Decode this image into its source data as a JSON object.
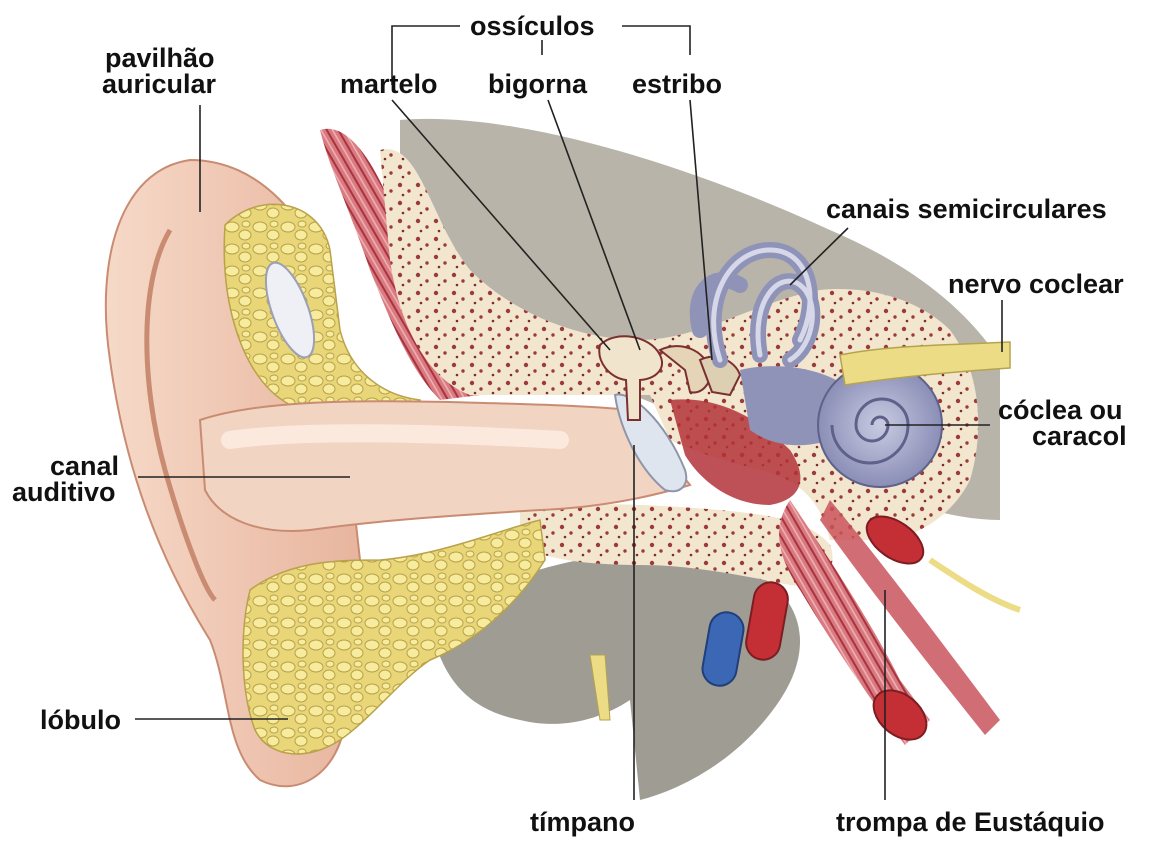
{
  "labels": {
    "ossiculos": "ossículos",
    "martelo": "martelo",
    "bigorna": "bigorna",
    "estribo": "estribo",
    "pavilhao_1": "pavilhão",
    "pavilhao_2": "auricular",
    "canais": "canais semicirculares",
    "nervo": "nervo coclear",
    "coclea_1": "cóclea ou",
    "coclea_2": "caracol",
    "canal_1": "canal",
    "canal_2": "auditivo",
    "lobulo": "lóbulo",
    "timpano": "tímpano",
    "trompa": "trompa de Eustáquio"
  },
  "colors": {
    "skin": "#f2cdb8",
    "skin_shadow": "#d9a58d",
    "fat": "#e9d678",
    "bone": "#f3e6cf",
    "bone_dots": "#9b3a3a",
    "muscle": "#c9545c",
    "labyrinth": "#8f93b8",
    "nerve": "#ecdc86",
    "tissue_gray": "#a6a39a",
    "vein_blue": "#3c67b4",
    "artery_red": "#c32f35",
    "eardrum": "#dfe5ee"
  }
}
